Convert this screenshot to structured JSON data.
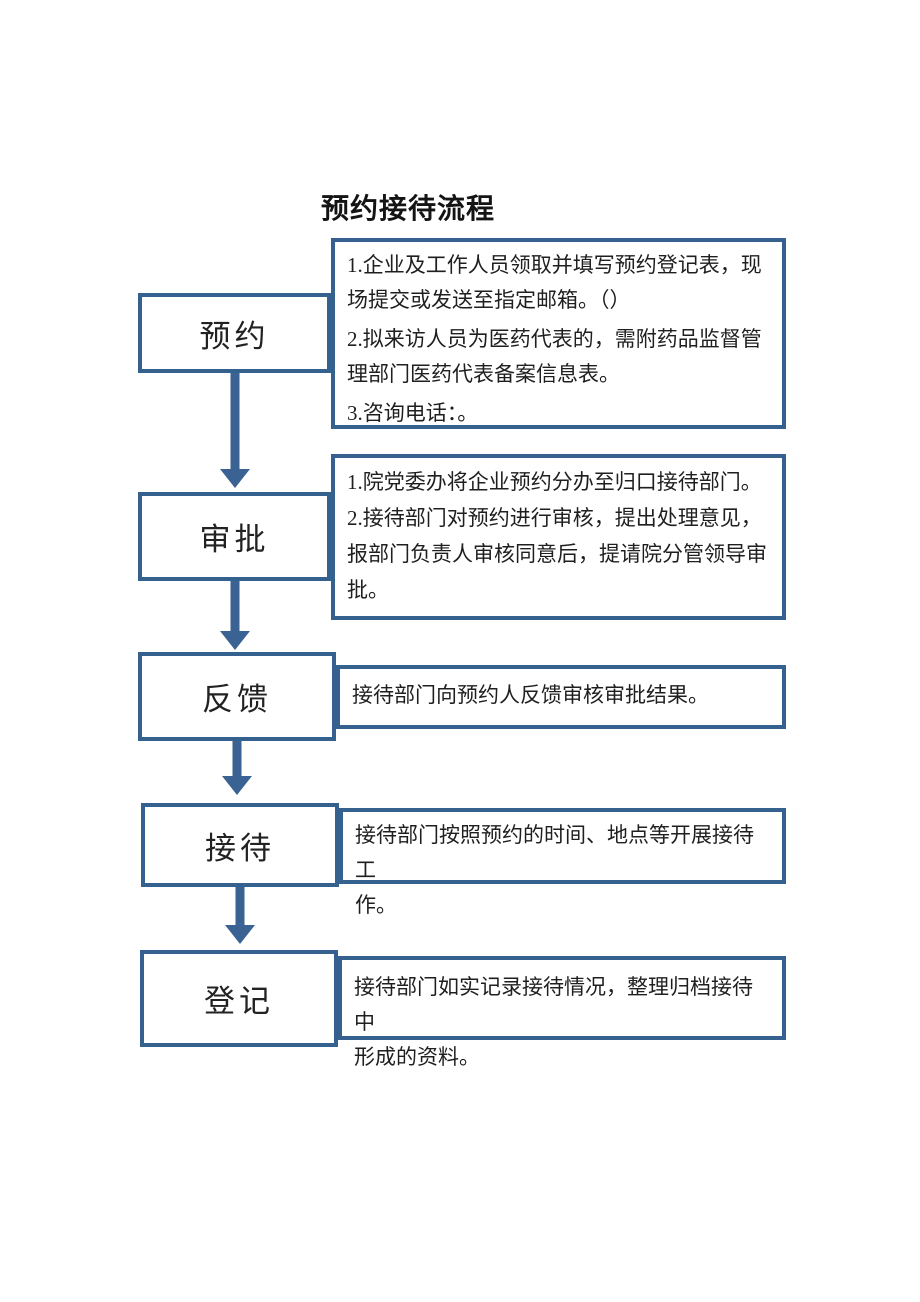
{
  "title": "预约接待流程",
  "colors": {
    "box_border": "#35618e",
    "arrow": "#3a6292",
    "text": "#1f1f1f",
    "background": "#ffffff"
  },
  "flow": {
    "steps": [
      {
        "label": "预约",
        "desc": [
          "1.企业及工作人员领取并填写预约登记表，现\n场提交或发送至指定邮箱。（）",
          "2.拟来访人员为医药代表的，需附药品监督管\n理部门医药代表备案信息表。",
          "3.咨询电话：。"
        ]
      },
      {
        "label": "审批",
        "desc": [
          "1.院党委办将企业预约分办至归口接待部门。",
          "2.接待部门对预约进行审核，提出处理意见，\n报部门负责人审核同意后，提请院分管领导审\n批。"
        ]
      },
      {
        "label": "反馈",
        "desc": [
          "接待部门向预约人反馈审核审批结果。"
        ]
      },
      {
        "label": "接待",
        "desc": [
          "接待部门按照预约的时间、地点等开展接待工\n作。"
        ]
      },
      {
        "label": "登记",
        "desc": [
          "接待部门如实记录接待情况，整理归档接待中\n形成的资料。"
        ]
      }
    ]
  }
}
